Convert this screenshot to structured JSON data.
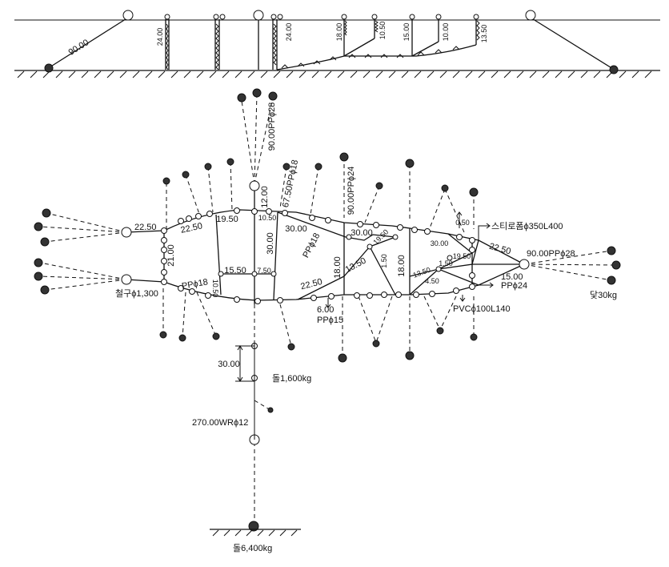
{
  "profile": {
    "lines": [
      "90.00",
      "24.00",
      "24.00",
      "18.00",
      "10.50",
      "15.00",
      "10.00",
      "13.50"
    ]
  },
  "plan": {
    "frame": [
      "22.50",
      "22.50",
      "21.00",
      "19.50",
      "15.50",
      "10.50",
      "12.00",
      "7.50",
      "30.00",
      "30.00",
      "30.00",
      "18.00",
      "13.50",
      "19.50",
      "1.50",
      "18.00",
      "30.00",
      "0.50",
      "19.50",
      "1.50",
      "13.50",
      "4.50",
      "22.50",
      "22.50",
      "10.50",
      "15.00"
    ],
    "rope_labels": [
      "90.00PPϕ28",
      "67.50PPϕ18",
      "90.00PPϕ24",
      "PPϕ18",
      "PPϕ18",
      "90.00PPϕ28",
      "PPϕ24",
      "6.00",
      "PPϕ15"
    ],
    "parts": [
      "스티로폼ϕ350L400",
      "PVCϕ100L140",
      "철구ϕ1,300",
      "닻30kg"
    ]
  },
  "mooring": {
    "spacing": "30.00",
    "weight": "돌1,600kg",
    "rope": "270.00WRϕ12",
    "anchor": "돌6,400kg"
  }
}
